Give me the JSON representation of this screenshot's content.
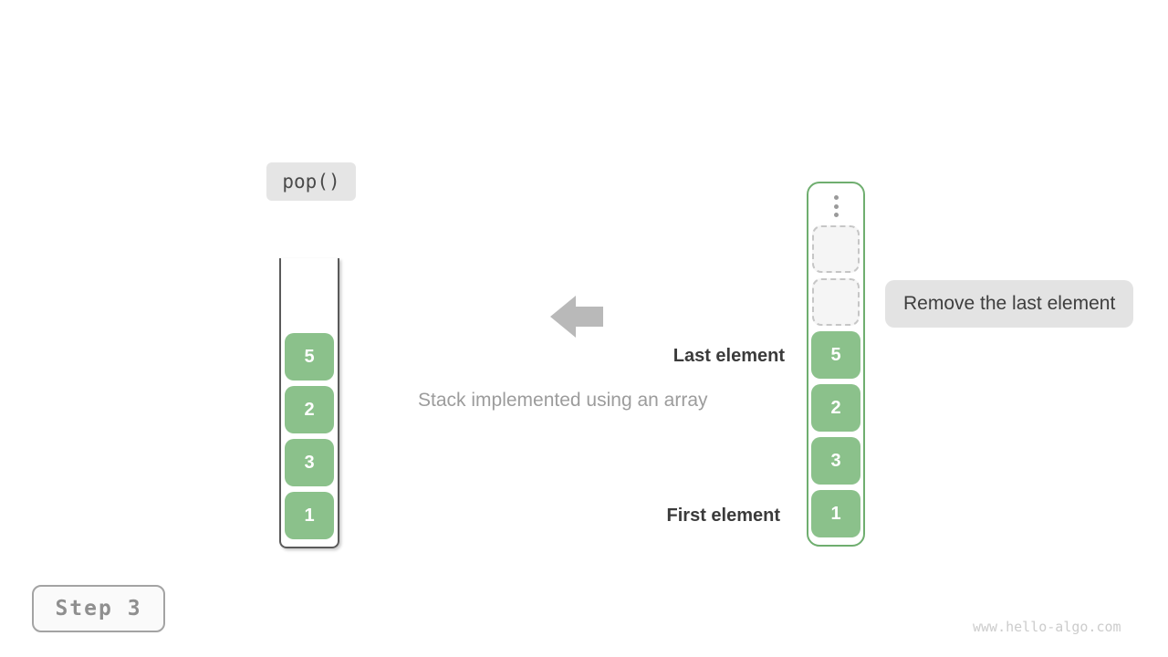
{
  "operation": {
    "label": "pop()"
  },
  "caption": "Stack implemented using an array",
  "labels": {
    "last_element": "Last element",
    "first_element": "First element",
    "remove_note": "Remove the last element"
  },
  "left_stack": {
    "cells": [
      "5",
      "2",
      "3",
      "1"
    ]
  },
  "right_stack": {
    "empty_slots": [
      "",
      ""
    ],
    "cells": [
      "5",
      "2",
      "3",
      "1"
    ]
  },
  "step": {
    "label": "Step 3"
  },
  "watermark": "www.hello-algo.com",
  "colors": {
    "cell_green": "#8bc18b",
    "array_border_green": "#6fae6f",
    "stack_border_gray": "#5a5a5a",
    "arrow_gray": "#b9b9b9",
    "note_bg": "#e3e3e3",
    "operation_bg": "#e5e5e5",
    "empty_slot_bg": "#f5f5f5",
    "bold_text": "#3b3b3b",
    "caption_text": "#9c9c9c"
  }
}
